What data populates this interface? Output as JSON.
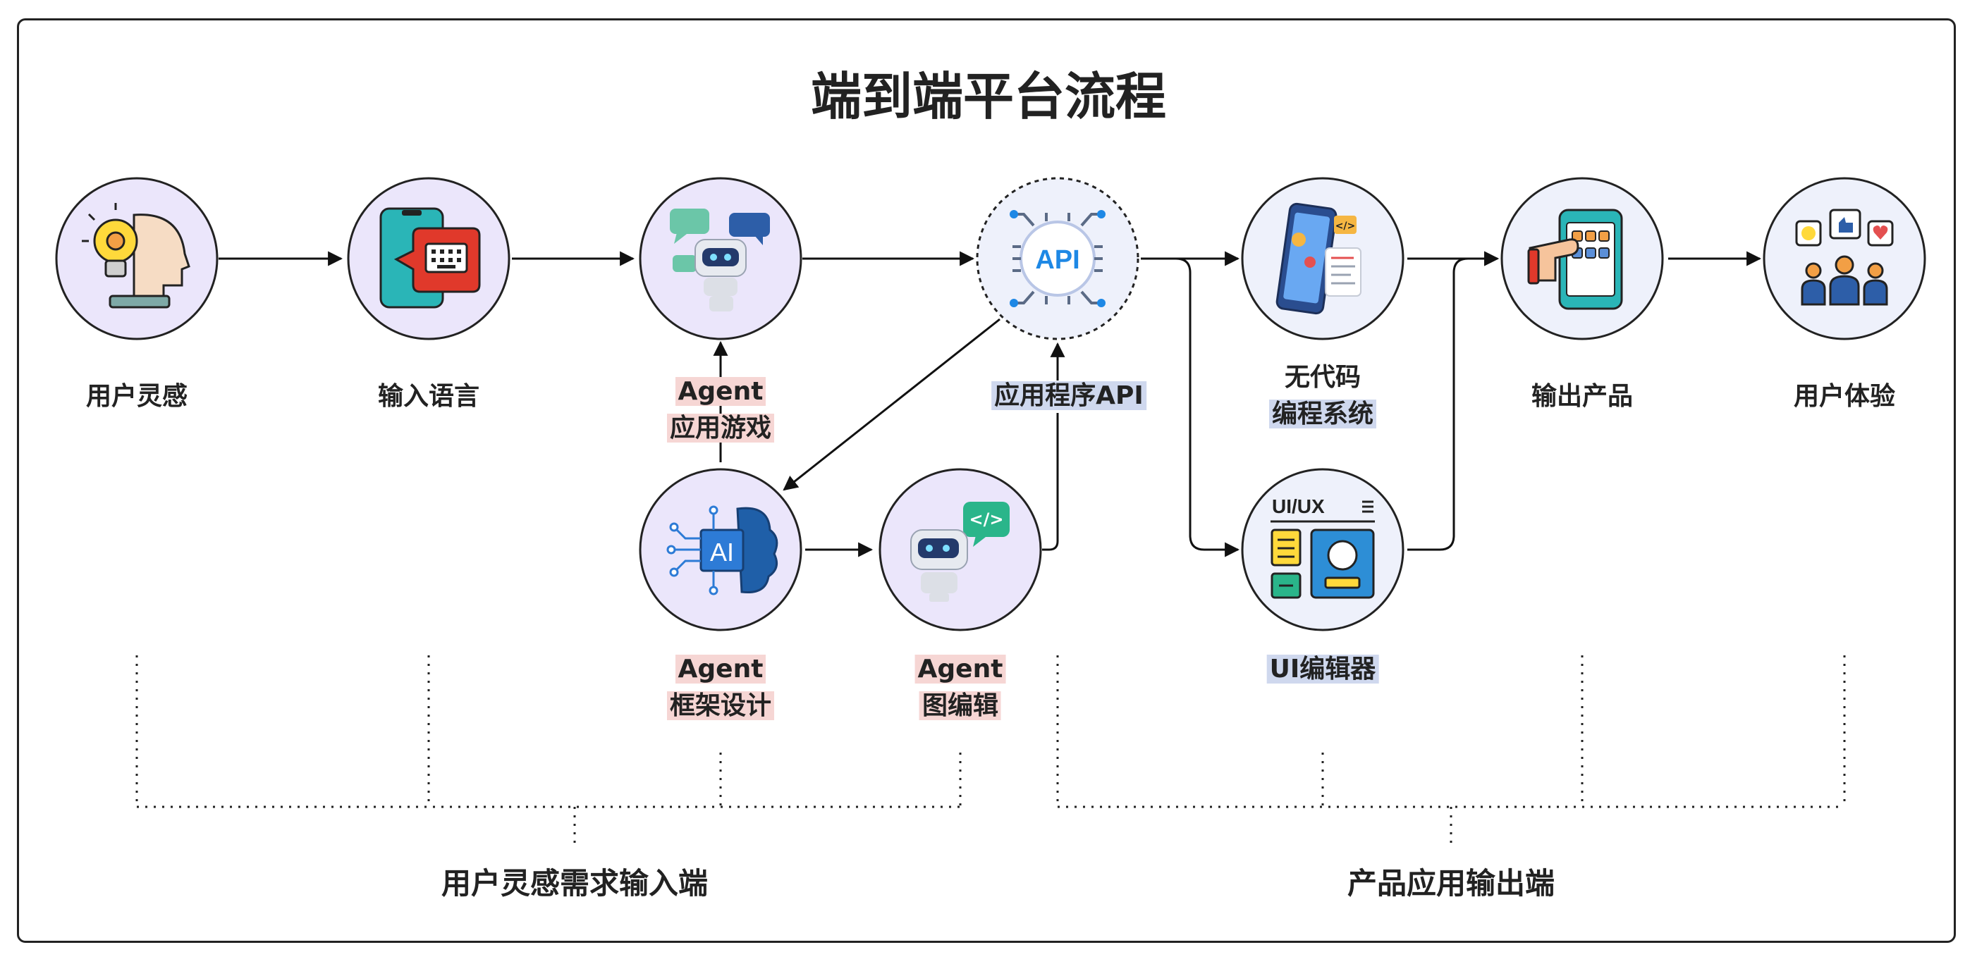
{
  "title": "端到端平台流程",
  "nodes": {
    "inspiration": {
      "label": "用户灵感"
    },
    "input_language": {
      "label": "输入语言"
    },
    "agent_game": {
      "line1": "Agent",
      "line2": "应用游戏"
    },
    "api": {
      "label": "应用程序API",
      "icon_text": "API"
    },
    "nocode": {
      "line1": "无代码",
      "line2": "编程系统"
    },
    "output_product": {
      "label": "输出产品"
    },
    "user_experience": {
      "label": "用户体验"
    },
    "agent_framework": {
      "line1": "Agent",
      "line2": "框架设计",
      "icon_text": "AI"
    },
    "agent_graph": {
      "line1": "Agent",
      "line2": "图编辑"
    },
    "ui_editor": {
      "label": "UI编辑器",
      "icon_text": "UI/UX"
    }
  },
  "groups": {
    "input_side": "用户灵感需求输入端",
    "output_side": "产品应用输出端"
  },
  "colors": {
    "node_fill": "#ebe6fb",
    "highlight_pink": "#f6d6d4",
    "highlight_blue": "#cfd8ee"
  }
}
